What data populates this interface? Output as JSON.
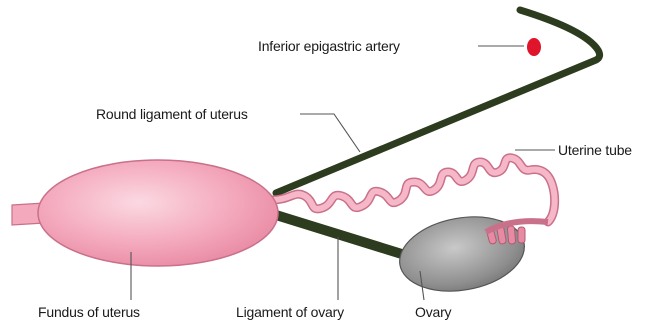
{
  "labels": {
    "inferior_epigastric_artery": "Inferior epigastric artery",
    "round_ligament": "Round ligament of uterus",
    "uterine_tube": "Uterine tube",
    "fundus": "Fundus of uterus",
    "ligament_of_ovary": "Ligament of ovary",
    "ovary": "Ovary"
  },
  "colors": {
    "uterus_fill": "#f4a9bd",
    "uterus_stroke": "#c9708a",
    "ligament": "#2d3b1f",
    "artery_red": "#e0142a",
    "ovary_fill": "#9a9a9a",
    "leader": "#555555"
  }
}
